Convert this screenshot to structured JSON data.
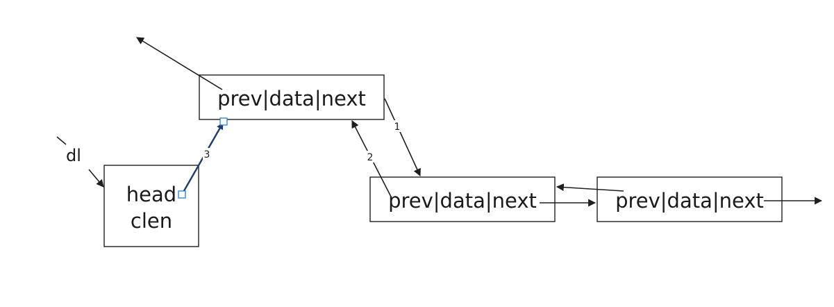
{
  "nodes": {
    "new_node": "prev|data|next",
    "middle_node": "prev|data|next",
    "right_node": "prev|data|next"
  },
  "head_struct": {
    "line1": "head",
    "line2": "clen"
  },
  "pointer_label": "dl",
  "steps": [
    "1",
    "2",
    "3"
  ],
  "colors": {
    "stroke": "#1f1f1f",
    "selected_edge": "#1d3d66",
    "handle": "#2f7fc4"
  }
}
